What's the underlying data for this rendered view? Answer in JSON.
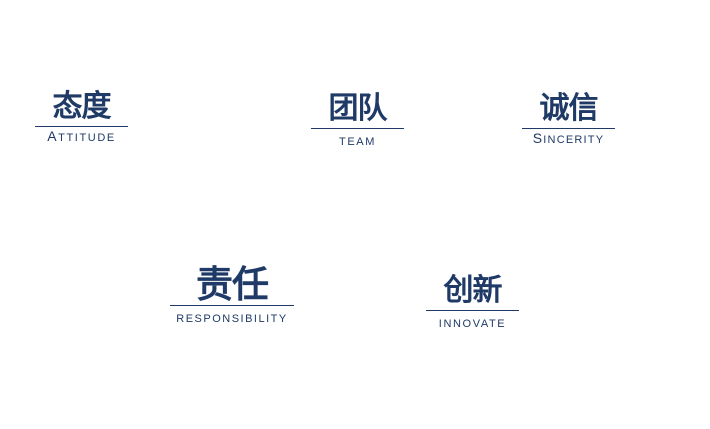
{
  "colors": {
    "background": "#ffffff",
    "brand_navy": "#1f3a66"
  },
  "values": [
    {
      "id": "attitude",
      "cn": "态度",
      "en": "ATTITUDE",
      "en_cap": "A",
      "en_rest": "TTITUDE"
    },
    {
      "id": "team",
      "cn": "团队",
      "en": "TEAM",
      "en_cap": "",
      "en_rest": "TEAM"
    },
    {
      "id": "sincerity",
      "cn": "诚信",
      "en": "SINCERITY",
      "en_cap": "S",
      "en_rest": "INCERITY"
    },
    {
      "id": "responsibility",
      "cn": "责任",
      "en": "RESPONSIBILITY",
      "en_cap": "",
      "en_rest": "RESPONSIBILITY"
    },
    {
      "id": "innovate",
      "cn": "创新",
      "en": "INNOVATE",
      "en_cap": "",
      "en_rest": "INNOVATE"
    }
  ]
}
